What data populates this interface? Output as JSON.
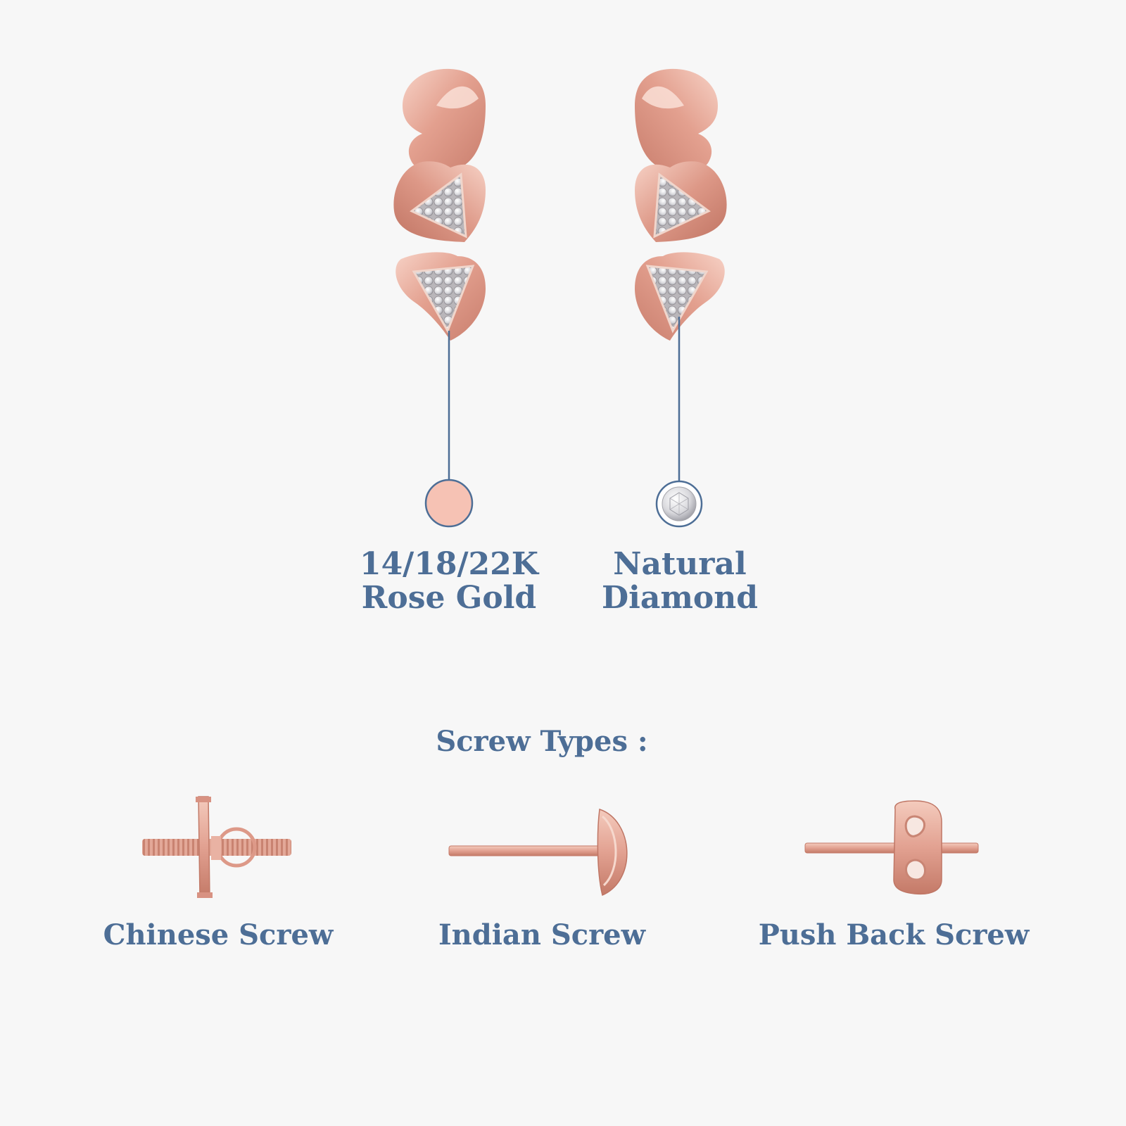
{
  "materials": [
    {
      "line1": "14/18/22K",
      "line2": "Rose Gold",
      "icon": "rose-gold-swatch-icon",
      "color": "#f6c2b4"
    },
    {
      "line1": "Natural",
      "line2": "Diamond",
      "icon": "diamond-icon",
      "color": "#ffffff"
    }
  ],
  "screw_types": {
    "title": "Screw Types :",
    "items": [
      {
        "label": "Chinese Screw",
        "icon": "chinese-screw-icon"
      },
      {
        "label": "Indian Screw",
        "icon": "indian-screw-icon"
      },
      {
        "label": "Push Back Screw",
        "icon": "push-back-screw-icon"
      }
    ]
  },
  "colors": {
    "text": "#4d6e96",
    "callout_line": "#4d6e96",
    "rose_gold": "#e7a596",
    "background": "#f7f7f7"
  }
}
